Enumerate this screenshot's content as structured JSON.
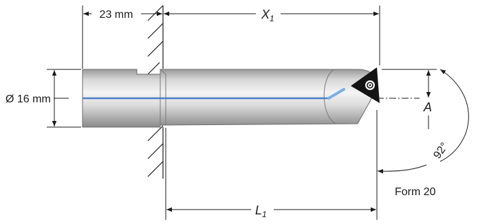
{
  "labels": {
    "flange_width": "23 mm",
    "shank_diameter": "Ø 16 mm",
    "x1": "X",
    "x1_sub": "1",
    "l1": "L",
    "l1_sub": "1",
    "a": "A",
    "angle": "92°",
    "form": "Form 20"
  },
  "colors": {
    "steel_light": "#e6e6e6",
    "steel_dark": "#8c8c8c",
    "centerline": "#4a7fc6",
    "coolant": "#7ab0e6",
    "insert": "#141414"
  },
  "icons": [
    "screw-icon"
  ]
}
